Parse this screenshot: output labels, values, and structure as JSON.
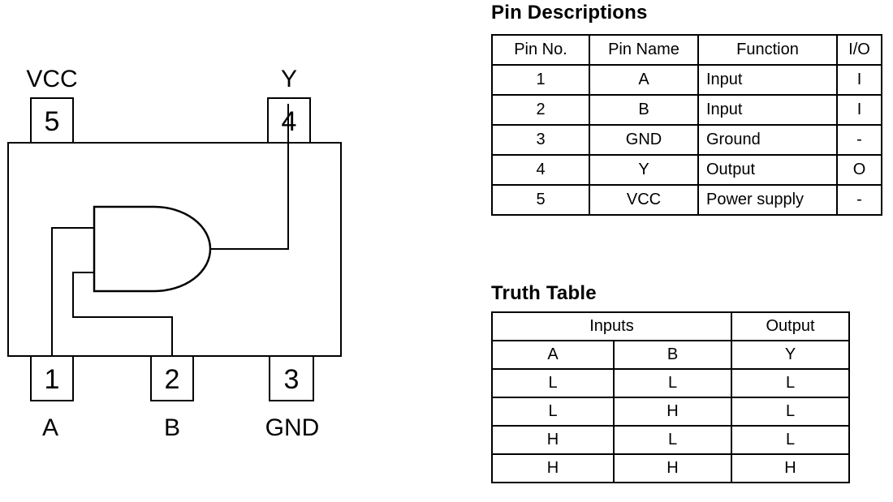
{
  "diagram": {
    "gate_type": "AND",
    "pins": {
      "p1": {
        "number": "1",
        "name": "A"
      },
      "p2": {
        "number": "2",
        "name": "B"
      },
      "p3": {
        "number": "3",
        "name": "GND"
      },
      "p4": {
        "number": "4",
        "name": "Y"
      },
      "p5": {
        "number": "5",
        "name": "VCC"
      }
    }
  },
  "pin_descriptions": {
    "title": "Pin Descriptions",
    "headers": [
      "Pin No.",
      "Pin Name",
      "Function",
      "I/O"
    ],
    "rows": [
      [
        "1",
        "A",
        "Input",
        "I"
      ],
      [
        "2",
        "B",
        "Input",
        "I"
      ],
      [
        "3",
        "GND",
        "Ground",
        "-"
      ],
      [
        "4",
        "Y",
        "Output",
        "O"
      ],
      [
        "5",
        "VCC",
        "Power supply",
        "-"
      ]
    ]
  },
  "truth_table": {
    "title": "Truth Table",
    "group_headers": {
      "inputs": "Inputs",
      "output": "Output"
    },
    "col_headers": [
      "A",
      "B",
      "Y"
    ],
    "rows": [
      [
        "L",
        "L",
        "L"
      ],
      [
        "L",
        "H",
        "L"
      ],
      [
        "H",
        "L",
        "L"
      ],
      [
        "H",
        "H",
        "H"
      ]
    ]
  },
  "colors": {
    "line": "#000000",
    "text": "#000000",
    "background": "#ffffff"
  }
}
